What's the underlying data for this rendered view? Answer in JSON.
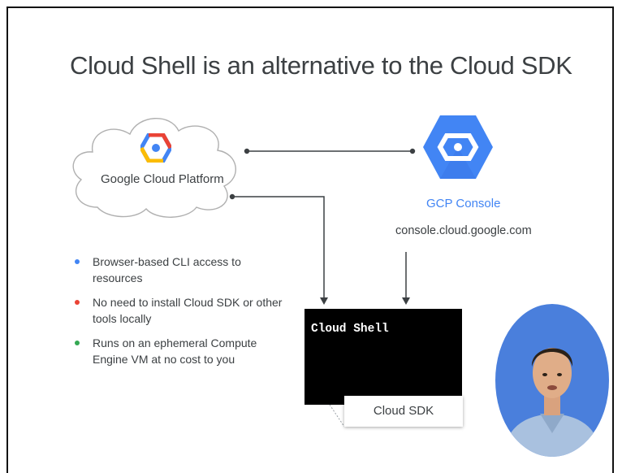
{
  "slide": {
    "title": "Cloud Shell is an alternative to the Cloud SDK"
  },
  "platform": {
    "label": "Google Cloud Platform",
    "icon": "gcp-hexagon-logo"
  },
  "console": {
    "name": "GCP Console",
    "url": "console.cloud.google.com",
    "icon": "console-hexagon-icon"
  },
  "bullets": [
    {
      "text": "Browser-based CLI access to resources",
      "color": "#4285f4"
    },
    {
      "text": "No need to install Cloud SDK or other tools locally",
      "color": "#ea4335"
    },
    {
      "text": "Runs on an ephemeral Compute Engine VM at no cost to you",
      "color": "#34a853"
    }
  ],
  "shell": {
    "title": "Cloud Shell",
    "sdk_label": "Cloud SDK"
  },
  "colors": {
    "google_blue": "#4285f4",
    "google_red": "#ea4335",
    "google_yellow": "#fbbc05",
    "google_green": "#34a853",
    "text": "#3c4043"
  }
}
